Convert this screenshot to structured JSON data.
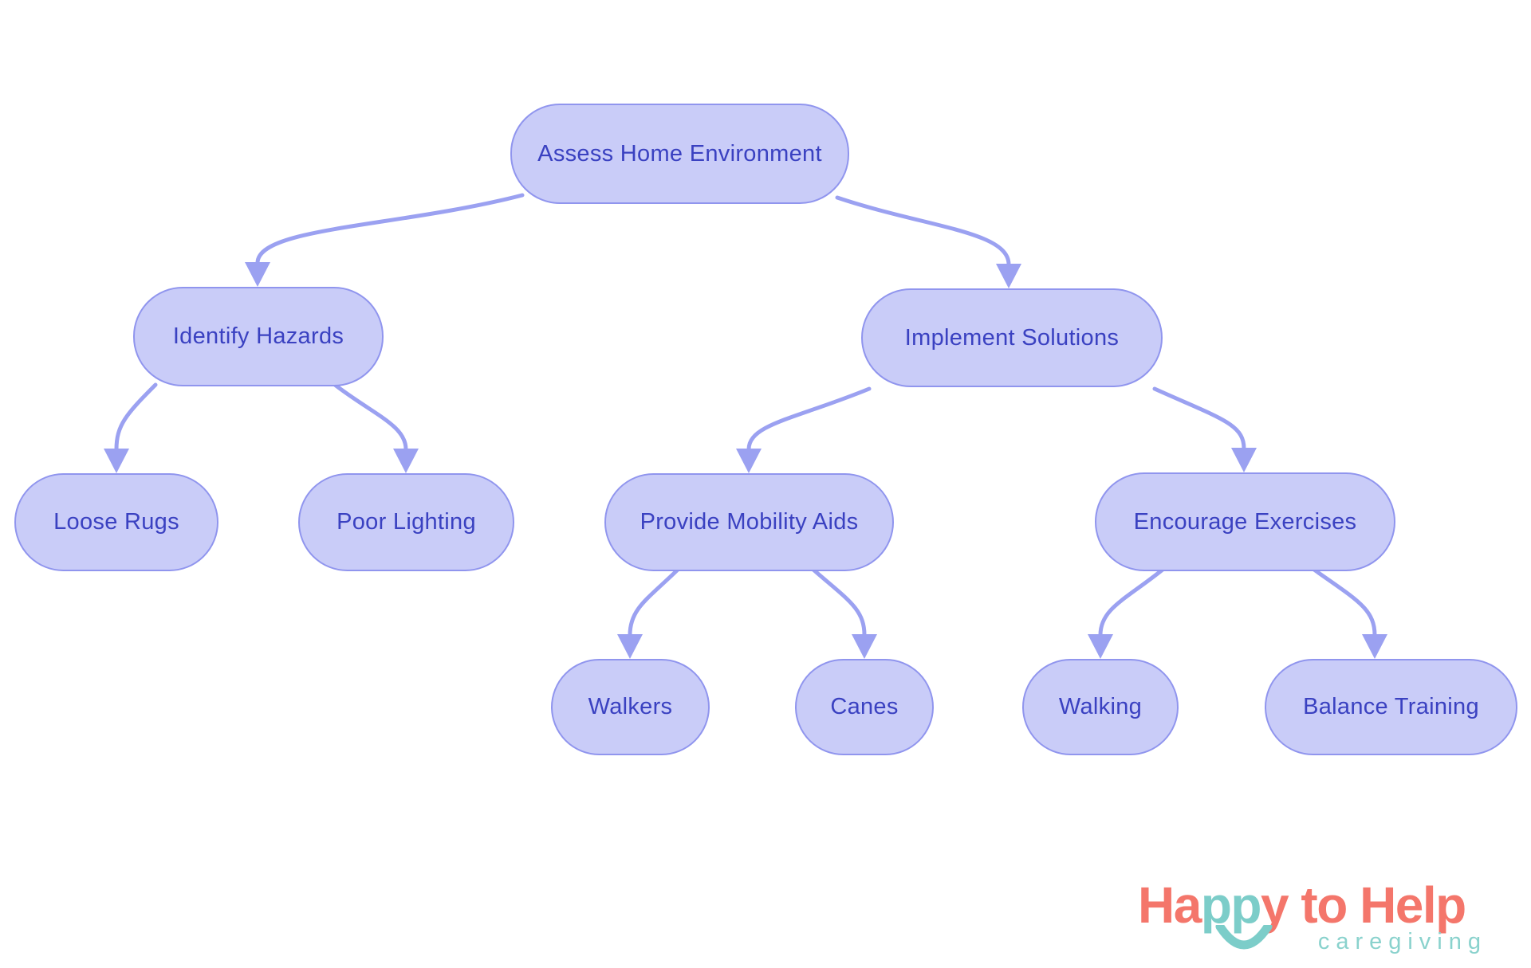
{
  "diagram": {
    "nodes": [
      {
        "id": "assess-home-environment",
        "label": "Assess Home Environment"
      },
      {
        "id": "identify-hazards",
        "label": "Identify Hazards"
      },
      {
        "id": "implement-solutions",
        "label": "Implement Solutions"
      },
      {
        "id": "loose-rugs",
        "label": "Loose Rugs"
      },
      {
        "id": "poor-lighting",
        "label": "Poor Lighting"
      },
      {
        "id": "provide-mobility-aids",
        "label": "Provide Mobility Aids"
      },
      {
        "id": "encourage-exercises",
        "label": "Encourage Exercises"
      },
      {
        "id": "walkers",
        "label": "Walkers"
      },
      {
        "id": "canes",
        "label": "Canes"
      },
      {
        "id": "walking",
        "label": "Walking"
      },
      {
        "id": "balance-training",
        "label": "Balance Training"
      }
    ],
    "edges": [
      {
        "from": "assess-home-environment",
        "to": "identify-hazards"
      },
      {
        "from": "assess-home-environment",
        "to": "implement-solutions"
      },
      {
        "from": "identify-hazards",
        "to": "loose-rugs"
      },
      {
        "from": "identify-hazards",
        "to": "poor-lighting"
      },
      {
        "from": "implement-solutions",
        "to": "provide-mobility-aids"
      },
      {
        "from": "implement-solutions",
        "to": "encourage-exercises"
      },
      {
        "from": "provide-mobility-aids",
        "to": "walkers"
      },
      {
        "from": "provide-mobility-aids",
        "to": "canes"
      },
      {
        "from": "encourage-exercises",
        "to": "walking"
      },
      {
        "from": "encourage-exercises",
        "to": "balance-training"
      }
    ],
    "colors": {
      "node_fill": "#c9ccf8",
      "node_border": "#9095ee",
      "node_text": "#3a41c1",
      "edge": "#9ba1f1"
    }
  },
  "logo": {
    "part_ha": "Ha",
    "part_pp": "pp",
    "part_y_to_help": "y to Help",
    "tagline": "caregiving",
    "colors": {
      "coral": "#f4766b",
      "teal": "#7ccdc9"
    }
  }
}
